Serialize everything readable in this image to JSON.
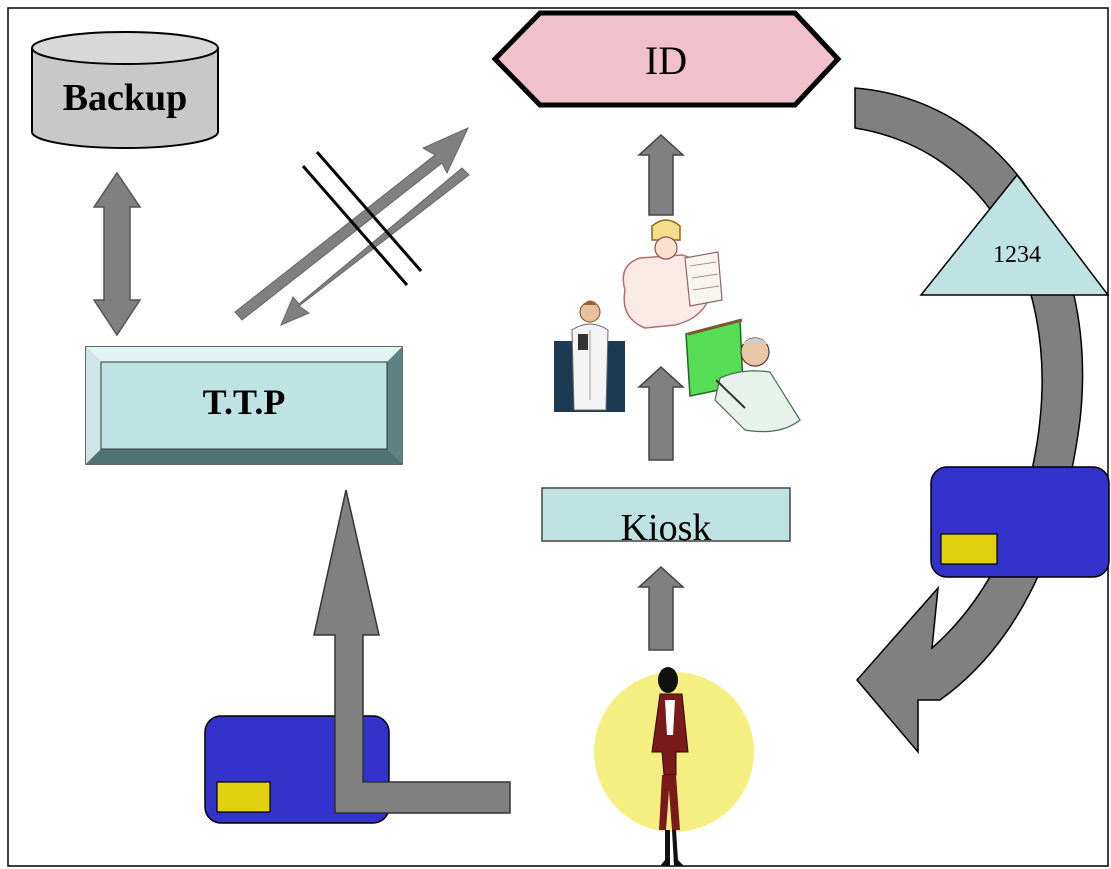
{
  "labels": {
    "backup": "Backup",
    "ttp": "T.T.P",
    "id": "ID",
    "kiosk": "Kiosk",
    "pin": "1234"
  },
  "colors": {
    "frame": "#000000",
    "arrow": "#808080",
    "arrow_stroke": "#555555",
    "cylinder": "#c8c8c8",
    "ttp_face": "#bfe3e3",
    "ttp_bevel": "#7fa3a3",
    "id_fill": "#f0c0cc",
    "kiosk_fill": "#bfe3e3",
    "triangle_fill": "#bfe3e3",
    "card_fill": "#3333cc",
    "chip_fill": "#e0d010",
    "spotlight": "#f5ee80"
  },
  "icons": {
    "database": "cylinder-icon",
    "card": "smart-card-icon",
    "doctor": "doctor-icon",
    "engineer": "engineer-icon",
    "teacher": "teacher-icon",
    "woman": "woman-icon"
  }
}
